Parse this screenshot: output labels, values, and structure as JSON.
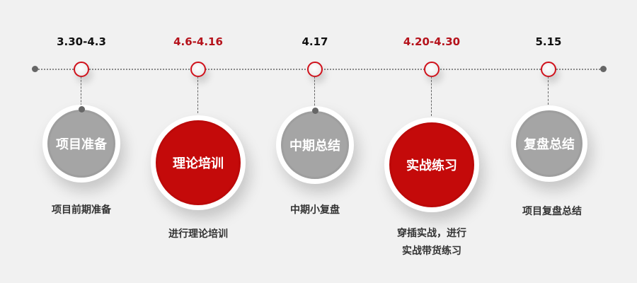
{
  "colors": {
    "accent": "#c40a0a",
    "gray": "#a5a5a5",
    "date_dark": "#111111",
    "date_red": "#b5121b"
  },
  "timeline": [
    {
      "date": "3.30-4.3",
      "date_color": "dark",
      "title": "项目准备",
      "style": "gray",
      "desc": [
        "项目前期准备"
      ]
    },
    {
      "date": "4.6-4.16",
      "date_color": "red",
      "title": "理论培训",
      "style": "red",
      "desc": [
        "进行理论培训"
      ]
    },
    {
      "date": "4.17",
      "date_color": "dark",
      "title": "中期总结",
      "style": "gray",
      "desc": [
        "中期小复盘"
      ]
    },
    {
      "date": "4.20-4.30",
      "date_color": "red",
      "title": "实战练习",
      "style": "red",
      "desc": [
        "穿插实战，进行",
        "实战带货练习"
      ]
    },
    {
      "date": "5.15",
      "date_color": "dark",
      "title": "复盘总结",
      "style": "gray",
      "desc": [
        "项目复盘总结"
      ]
    }
  ]
}
